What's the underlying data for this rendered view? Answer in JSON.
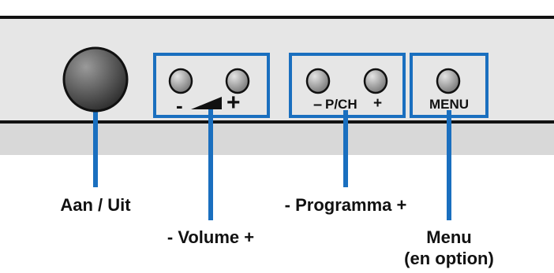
{
  "colors": {
    "panel": "#e6e6e6",
    "frame": "#111111",
    "callout": "#1a6fbf",
    "button_light": "#e4e4e4",
    "button_dark": "#2c2c2c"
  },
  "panel": {
    "volume_group": {
      "minus": "-",
      "plus": "+",
      "ramp_icon": "volume-ramp-icon"
    },
    "programme_group": {
      "minus": "–",
      "label": "P/CH",
      "plus": "+"
    },
    "menu_group": {
      "label": "MENU"
    }
  },
  "callouts": {
    "power": "Aan / Uit",
    "volume": "- Volume +",
    "programme": "- Programma +",
    "menu_title": "Menu",
    "menu_subtitle": "(en option)"
  }
}
